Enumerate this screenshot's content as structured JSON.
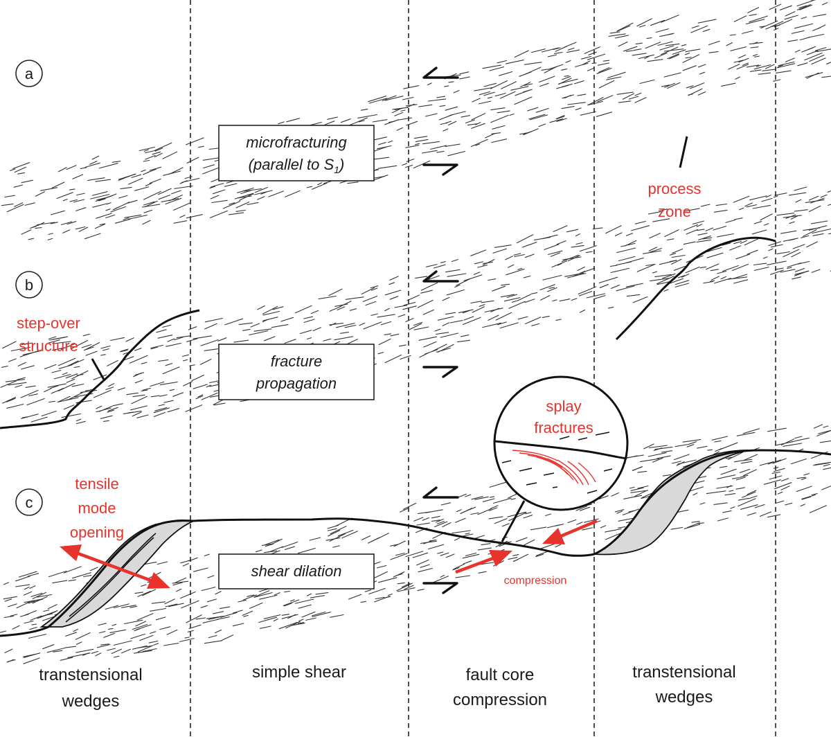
{
  "panels": [
    {
      "letter": "a",
      "process": "microfracturing",
      "process_line2": "(parallel to S",
      "process_sub": "1",
      "process_close": ")"
    },
    {
      "letter": "b",
      "process": "fracture",
      "process_line2": "propagation"
    },
    {
      "letter": "c",
      "process": "shear dilation"
    }
  ],
  "annotations": {
    "process_zone": [
      "process",
      "zone"
    ],
    "step_over": [
      "step-over",
      "structure"
    ],
    "tensile": [
      "tensile",
      "mode",
      "opening"
    ],
    "splay": [
      "splay",
      "fractures"
    ],
    "compression": "compression"
  },
  "columns": [
    {
      "label_lines": [
        "transtensional",
        "wedges"
      ]
    },
    {
      "label_lines": [
        "simple shear"
      ]
    },
    {
      "label_lines": [
        "fault core",
        "compression"
      ]
    },
    {
      "label_lines": [
        "transtensional",
        "wedges"
      ]
    }
  ],
  "colors": {
    "ink": "#1a1a1a",
    "accent_red": "#e8322c",
    "wedge_fill": "#d9d9d9"
  }
}
